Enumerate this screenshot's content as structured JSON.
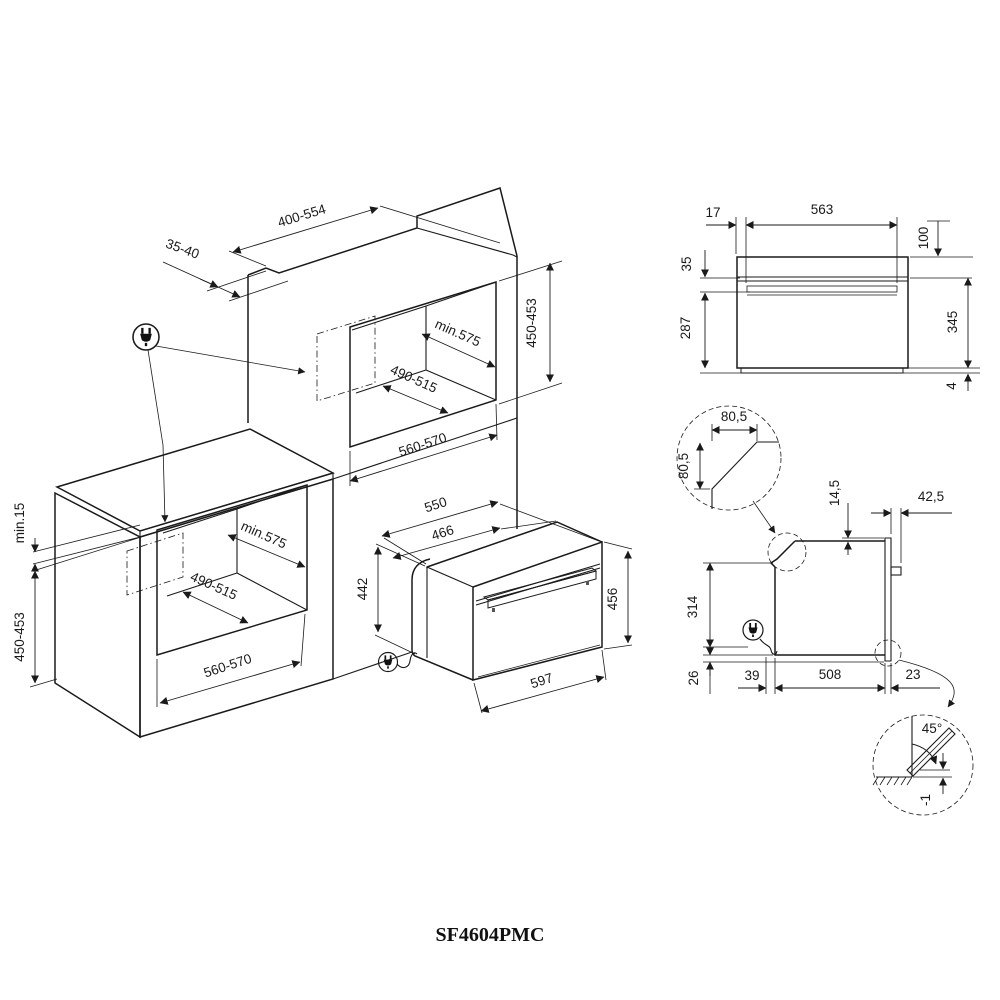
{
  "model": "SF4604PMC",
  "colors": {
    "line": "#1a1a1a",
    "panel_light": "#ececec",
    "shade_zone": "#dcdcdc",
    "handle_dark": "#7f7f7f",
    "detail_bar": "#d9d9d9"
  },
  "views": {
    "column": {
      "dims": {
        "top_depth": "400-554",
        "front_gap": "35-40",
        "niche_height": "450-453",
        "niche_depth": "min.575",
        "socket_zone_depth": "490-515",
        "niche_width": "560-570"
      }
    },
    "base": {
      "dims": {
        "worktop_clearance": "min.15",
        "niche_height": "450-453",
        "niche_depth": "min.575",
        "socket_zone_depth": "490-515",
        "niche_width": "560-570"
      }
    },
    "oven": {
      "dims": {
        "depth_total": "550",
        "depth_body": "466",
        "height_body": "442",
        "height_front": "456",
        "width_front": "597"
      }
    },
    "front": {
      "dims": {
        "side_offset": "17",
        "width_inner": "563",
        "top_clearance": "100",
        "trim_height": "35",
        "lower_height": "287",
        "right_height": "345",
        "base_height": "4"
      }
    },
    "side": {
      "dims": {
        "chamfer_width": "80,5",
        "chamfer_height": "80,5",
        "top_inset": "14,5",
        "handle_depth": "42,5",
        "back_height": "314",
        "bottom_clearance": "26",
        "cable_zone": "39",
        "body_depth": "508",
        "door_thickness": "23"
      }
    },
    "corner": {
      "dims": {
        "door_angle": "45°",
        "door_drop": "-1"
      }
    }
  }
}
